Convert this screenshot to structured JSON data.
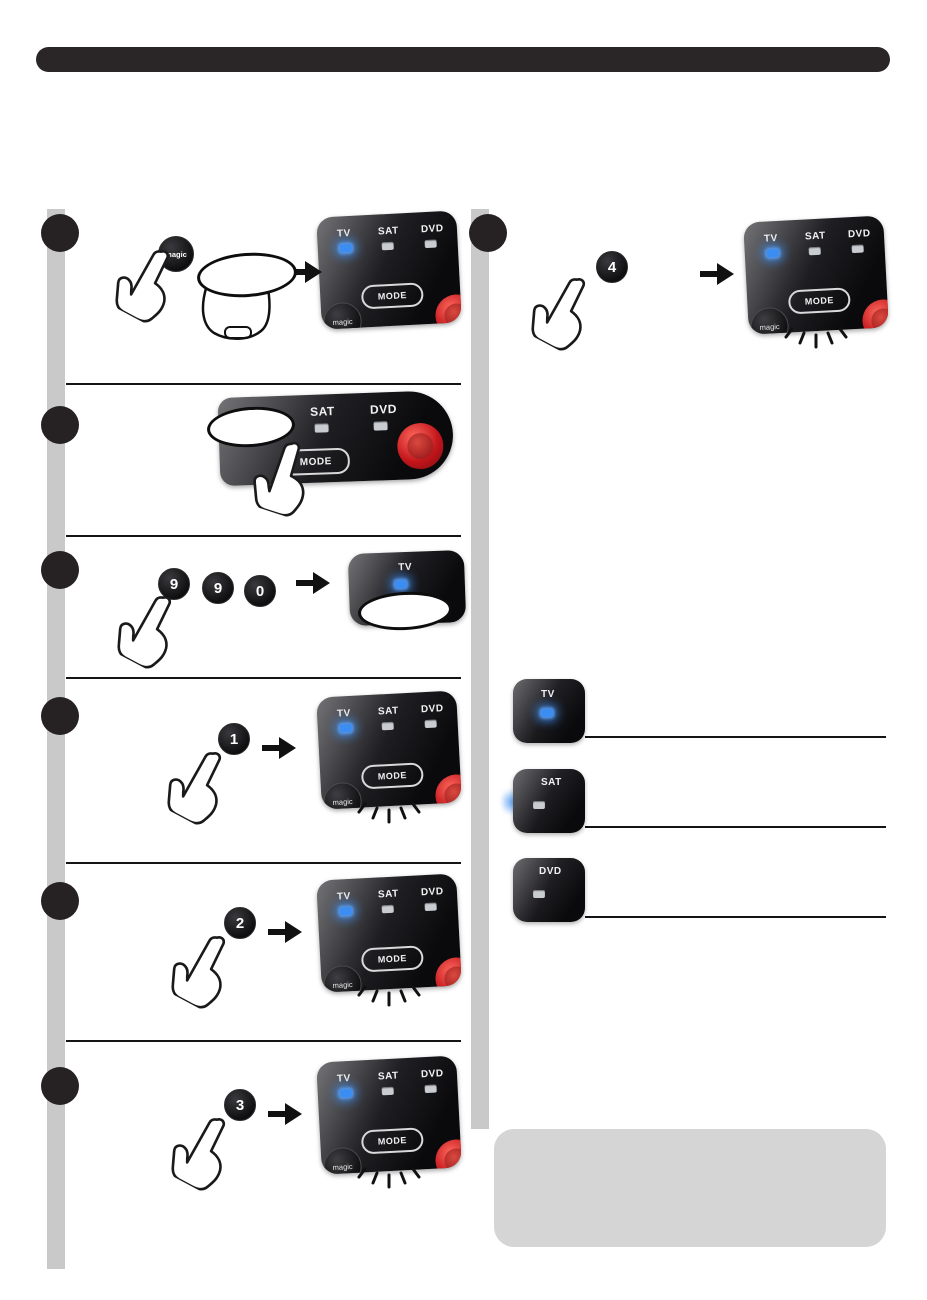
{
  "illustration": {
    "remote": {
      "tv_label": "TV",
      "sat_label": "SAT",
      "dvd_label": "DVD",
      "mode_label": "MODE",
      "magic_label": "magic"
    }
  },
  "keys": {
    "step3_digits": [
      "9",
      "9",
      "0"
    ],
    "step4_digit": "1",
    "step5_digit": "2",
    "step6_digit": "3",
    "right_step_digit": "4"
  },
  "colors": {
    "led_blue": "#3b8df2",
    "power_red": "#c3161c",
    "panel_black": "#1a191b",
    "sidebar_gray": "#c9c9c9",
    "note_box_gray": "#d5d5d5"
  }
}
